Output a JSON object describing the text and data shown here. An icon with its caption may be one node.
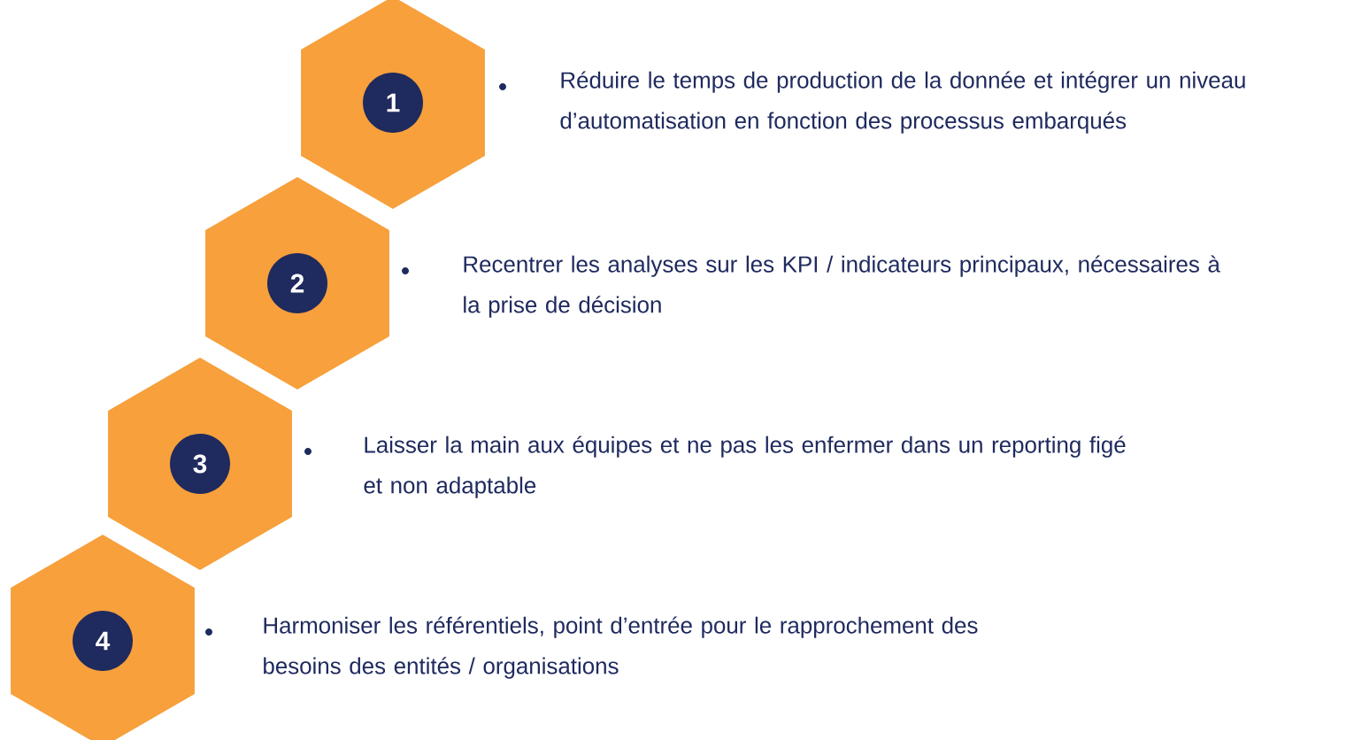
{
  "diagram": {
    "nodes": [
      {
        "text": [
          "1"
        ],
        "beside": [
          "Réduire le temps de production de la donnée et intégrer un niveau d’automatisation en fonction des processus embarqués"
        ]
      },
      {
        "text": [
          "2"
        ],
        "beside": [
          "Recentrer les analyses sur les KPI / indicateurs principaux, nécessaires à la prise de décision"
        ]
      },
      {
        "text": [
          "3"
        ],
        "beside": [
          "Laisser la main aux équipes et ne pas les enfermer dans un reporting figé et non adaptable"
        ]
      },
      {
        "text": [
          "4"
        ],
        "beside": [
          "Harmoniser les référentiels, point d’entrée pour le rapprochement des besoins des entités / organisations"
        ]
      }
    ]
  }
}
